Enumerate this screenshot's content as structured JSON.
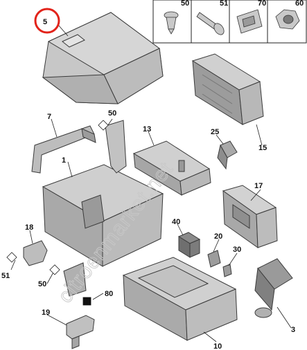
{
  "diagram": {
    "watermark": "citroenmarket.net",
    "highlighted_part": "5",
    "legend_parts": [
      "50",
      "51",
      "70",
      "60"
    ],
    "callouts": [
      {
        "id": "c5",
        "label": "5"
      },
      {
        "id": "c7",
        "label": "7"
      },
      {
        "id": "c50a",
        "label": "50"
      },
      {
        "id": "c1",
        "label": "1"
      },
      {
        "id": "c13",
        "label": "13"
      },
      {
        "id": "c25",
        "label": "25"
      },
      {
        "id": "c15",
        "label": "15"
      },
      {
        "id": "c17",
        "label": "17"
      },
      {
        "id": "c18",
        "label": "18"
      },
      {
        "id": "c51",
        "label": "51"
      },
      {
        "id": "c50b",
        "label": "50"
      },
      {
        "id": "c40",
        "label": "40"
      },
      {
        "id": "c20",
        "label": "20"
      },
      {
        "id": "c30",
        "label": "30"
      },
      {
        "id": "c80",
        "label": "80"
      },
      {
        "id": "c19",
        "label": "19"
      },
      {
        "id": "c10",
        "label": "10"
      },
      {
        "id": "c3",
        "label": "3"
      }
    ]
  }
}
